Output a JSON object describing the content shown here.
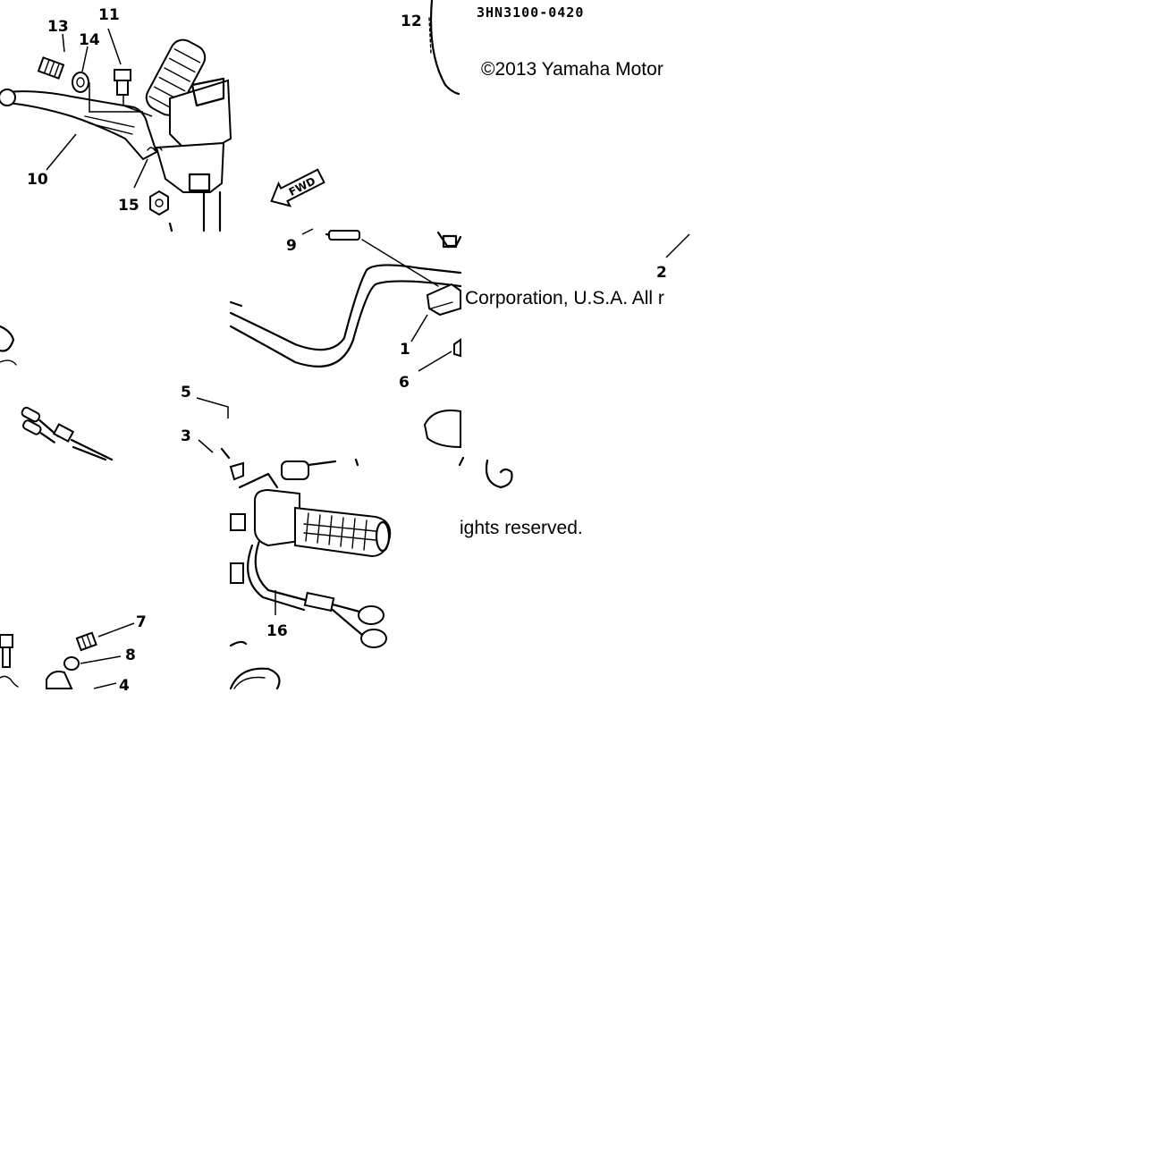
{
  "drawing_code": "3HN3100-0420",
  "copyright": {
    "line1": "©2013 Yamaha Motor",
    "line2": "Corporation, U.S.A. All r",
    "line3": "ights reserved."
  },
  "direction_arrow": "FWD",
  "parts": [
    {
      "id": "p13",
      "label": "13"
    },
    {
      "id": "p11",
      "label": "11"
    },
    {
      "id": "p14",
      "label": "14"
    },
    {
      "id": "p10",
      "label": "10"
    },
    {
      "id": "p15",
      "label": "15"
    },
    {
      "id": "p12",
      "label": "12"
    },
    {
      "id": "p9",
      "label": "9"
    },
    {
      "id": "p2",
      "label": "2"
    },
    {
      "id": "p1",
      "label": "1"
    },
    {
      "id": "p6",
      "label": "6"
    },
    {
      "id": "p5",
      "label": "5"
    },
    {
      "id": "p3",
      "label": "3"
    },
    {
      "id": "p16",
      "label": "16"
    },
    {
      "id": "p7",
      "label": "7"
    },
    {
      "id": "p8",
      "label": "8"
    },
    {
      "id": "p4",
      "label": "4"
    }
  ]
}
